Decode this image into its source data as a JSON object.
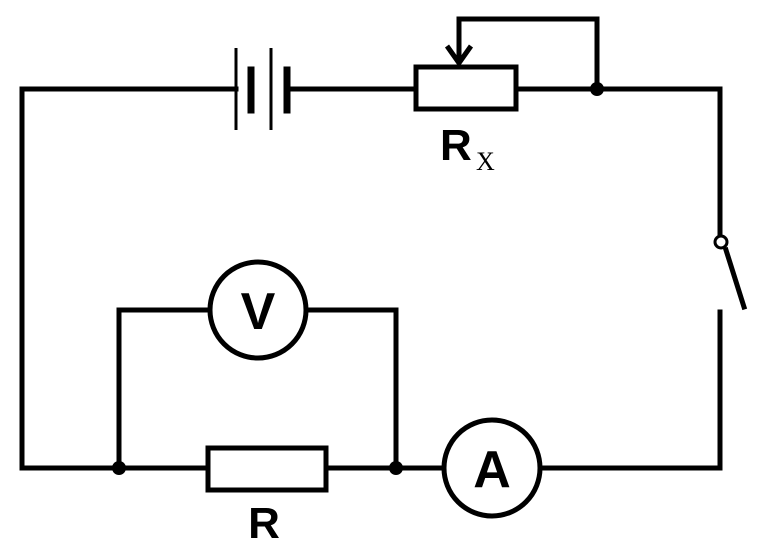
{
  "labels": {
    "voltmeter": "V",
    "ammeter": "A",
    "resistor": "R",
    "rheostat_main": "R",
    "rheostat_sub": "X"
  }
}
